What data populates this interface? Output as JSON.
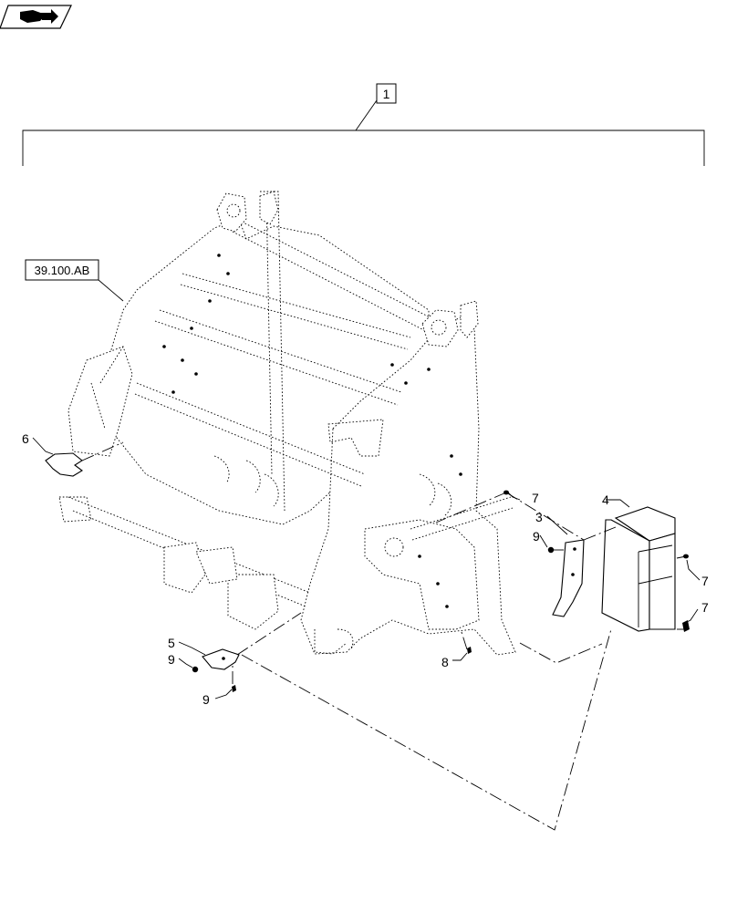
{
  "nav_icon": {
    "name": "book-arrow-icon"
  },
  "assembly": {
    "callout": "1"
  },
  "reference": {
    "label": "39.100.AB"
  },
  "callouts": {
    "c3": "3",
    "c4": "4",
    "c5": "5",
    "c6": "6",
    "c7a": "7",
    "c7b": "7",
    "c7c": "7",
    "c8": "8",
    "c9a": "9",
    "c9b": "9",
    "c9c": "9"
  }
}
